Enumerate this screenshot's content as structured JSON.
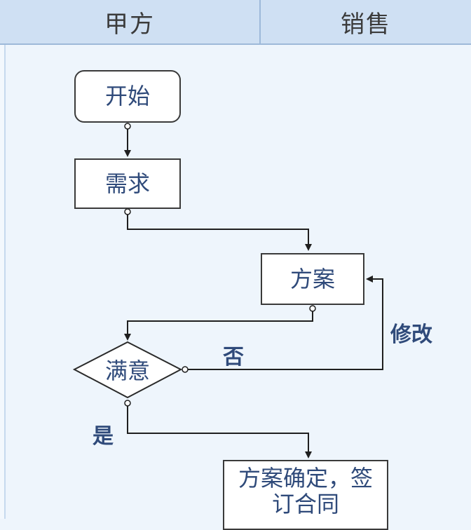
{
  "lanes": [
    {
      "label": "甲方"
    },
    {
      "label": "销售"
    }
  ],
  "nodes": {
    "start": "开始",
    "requirement": "需求",
    "plan": "方案",
    "satisfied": "满意",
    "final": "方案确定，签订合同"
  },
  "edge_labels": {
    "no": "否",
    "yes": "是",
    "modify": "修改"
  }
}
